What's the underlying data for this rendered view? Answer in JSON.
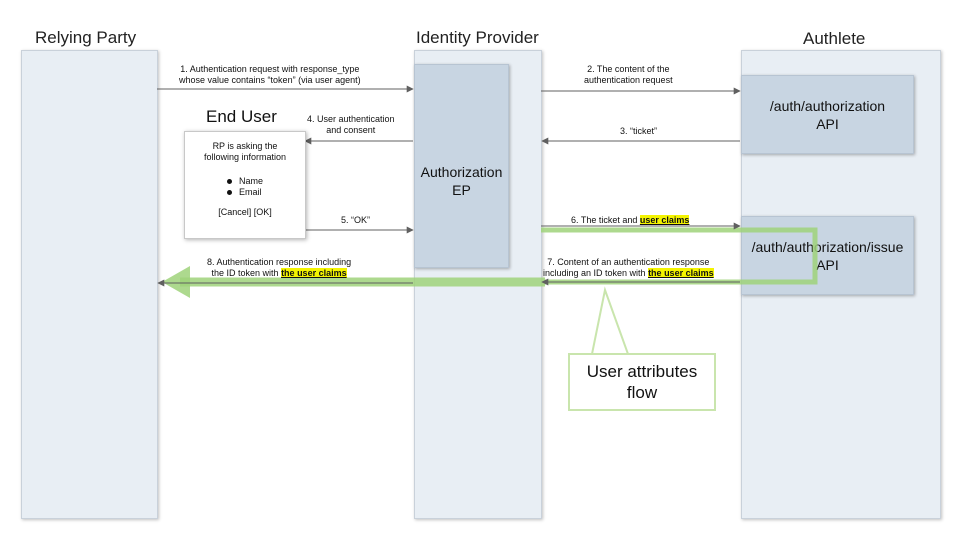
{
  "lanes": {
    "rp": "Relying Party",
    "idp": "Identity Provider",
    "authlete": "Authlete"
  },
  "boxes": {
    "authorization_ep": [
      "Authorization",
      "EP"
    ],
    "auth_api": [
      "/auth/authorization",
      "API"
    ],
    "issue_api": [
      "/auth/authorization/issue",
      "API"
    ]
  },
  "end_user": {
    "title": "End User",
    "consent_lines": [
      "RP is asking the",
      "following information"
    ],
    "items": [
      "Name",
      "Email"
    ],
    "buttons": "[Cancel] [OK]"
  },
  "steps": {
    "s1": [
      "1. Authentication request with response_type",
      "whose value contains “token” (via user agent)"
    ],
    "s2": [
      "2. The content of the",
      "authentication request"
    ],
    "s3": "3. “ticket”",
    "s4": [
      "4. User authentication",
      "and consent"
    ],
    "s5": "5. “OK”",
    "s6_prefix": "6. The ticket and ",
    "s6_highlight": "user claims",
    "s7_line1": "7. Content of an authentication response",
    "s7_line2_prefix": "including an ID token with ",
    "s7_highlight": "the user claims",
    "s8_line1": "8. Authentication response including",
    "s8_line2_prefix": "the ID token with ",
    "s8_highlight": "the user claims"
  },
  "callout": [
    "User attributes",
    "flow"
  ],
  "colors": {
    "flow_green": "#9fd27a",
    "lane_fill": "#e8eef4",
    "box_fill": "#c8d5e2",
    "highlight": "#f4f400"
  }
}
